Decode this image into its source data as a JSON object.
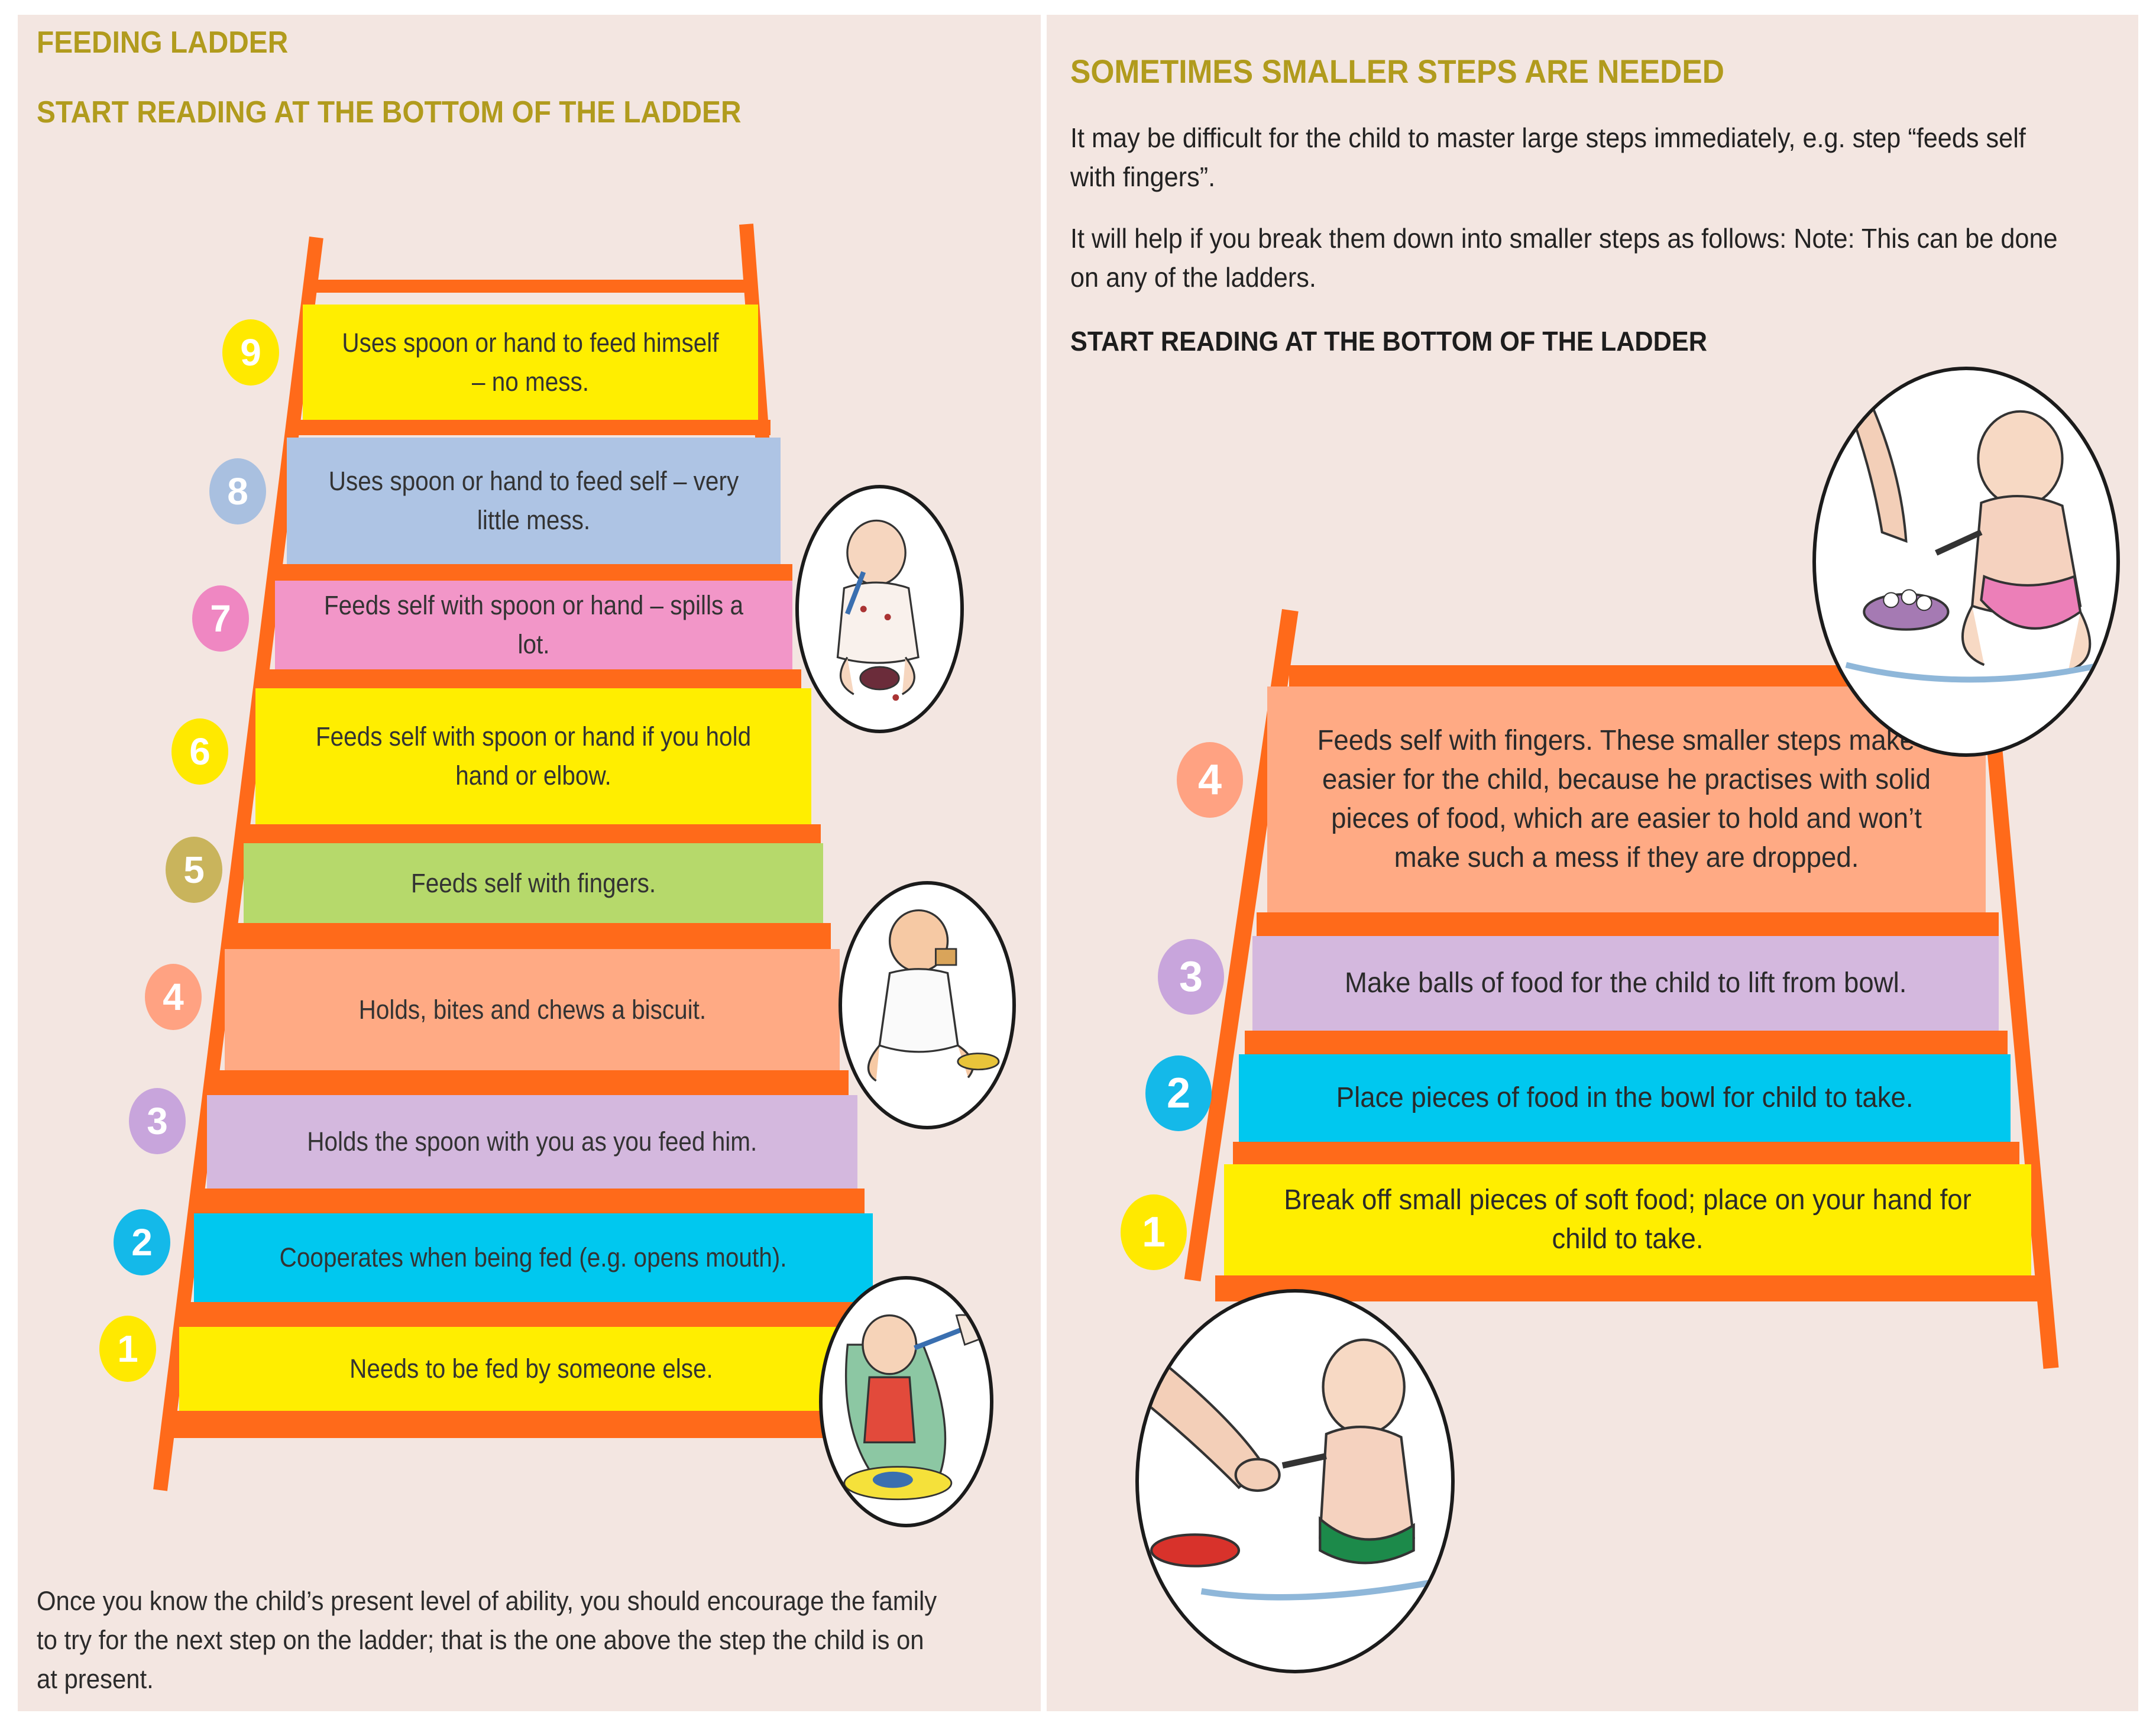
{
  "left": {
    "title": "FEEDING LADDER",
    "subtitle": "START READING AT THE BOTTOM OF THE LADDER",
    "steps": [
      {
        "num": "1",
        "text": "Needs to be fed by someone else.",
        "color": "#ffee00"
      },
      {
        "num": "2",
        "text": "Cooperates when being fed (e.g. opens mouth).",
        "color": "#00c8ef"
      },
      {
        "num": "3",
        "text": "Holds the spoon with you as you feed him.",
        "color": "#d4b8de"
      },
      {
        "num": "4",
        "text": "Holds, bites and chews a biscuit.",
        "color": "#ffaa84"
      },
      {
        "num": "5",
        "text": "Feeds self with fingers.",
        "color": "#b6d96b"
      },
      {
        "num": "6",
        "text": "Feeds self with spoon or hand if you hold hand or elbow.",
        "color": "#ffee00"
      },
      {
        "num": "7",
        "text": "Feeds self with spoon or hand – spills a lot.",
        "color": "#f296c8"
      },
      {
        "num": "8",
        "text": "Uses spoon or hand to feed self – very little mess.",
        "color": "#aec4e4"
      },
      {
        "num": "9",
        "text": "Uses spoon or hand to feed himself – no mess.",
        "color": "#ffee00"
      }
    ],
    "badge_colors": [
      "#ffe900",
      "#14b9e9",
      "#c8a5dc",
      "#ffa282",
      "#c9b45c",
      "#ffe900",
      "#ef87c2",
      "#a9c0e0",
      "#ffe900"
    ],
    "footer": "Once you know the child’s present level of ability, you should encourage the family to try for the next step on the ladder; that is the one above the step the child is on at present."
  },
  "right": {
    "title": "SOMETIMES SMALLER STEPS ARE NEEDED",
    "para1": "It may be difficult for the child to master large steps immediately, e.g. step “feeds self with fingers”.",
    "para2": "It will help if you break them down into smaller steps as follows: Note: This can be done on any of the ladders.",
    "subtitle": "START READING AT THE BOTTOM OF THE LADDER",
    "steps": [
      {
        "num": "1",
        "text": "Break off small pieces of soft food; place on your hand for child to take.",
        "color": "#ffee00"
      },
      {
        "num": "2",
        "text": "Place pieces of food in the bowl for child to take.",
        "color": "#00c8ef"
      },
      {
        "num": "3",
        "text": "Make balls of food for the child to lift from bowl.",
        "color": "#d4b8de"
      },
      {
        "num": "4",
        "text": "Feeds self with fingers. These smaller steps make it easier for the child, because he practises with solid pieces of food, which are easier to hold and won’t make such a mess if they are dropped.",
        "color": "#ffaa84"
      }
    ],
    "badge_colors": [
      "#ffe900",
      "#14b9e9",
      "#c8a5dc",
      "#ffa282"
    ]
  },
  "colors": {
    "rail": "#ff6a1a",
    "heading": "#b19b1d",
    "page": "#f3e6e1"
  },
  "icons": [
    "baby-eating-messy-illustration",
    "baby-biscuit-illustration",
    "baby-spoon-fed-illustration",
    "baby-picking-food-illustration",
    "baby-hand-fed-illustration"
  ]
}
